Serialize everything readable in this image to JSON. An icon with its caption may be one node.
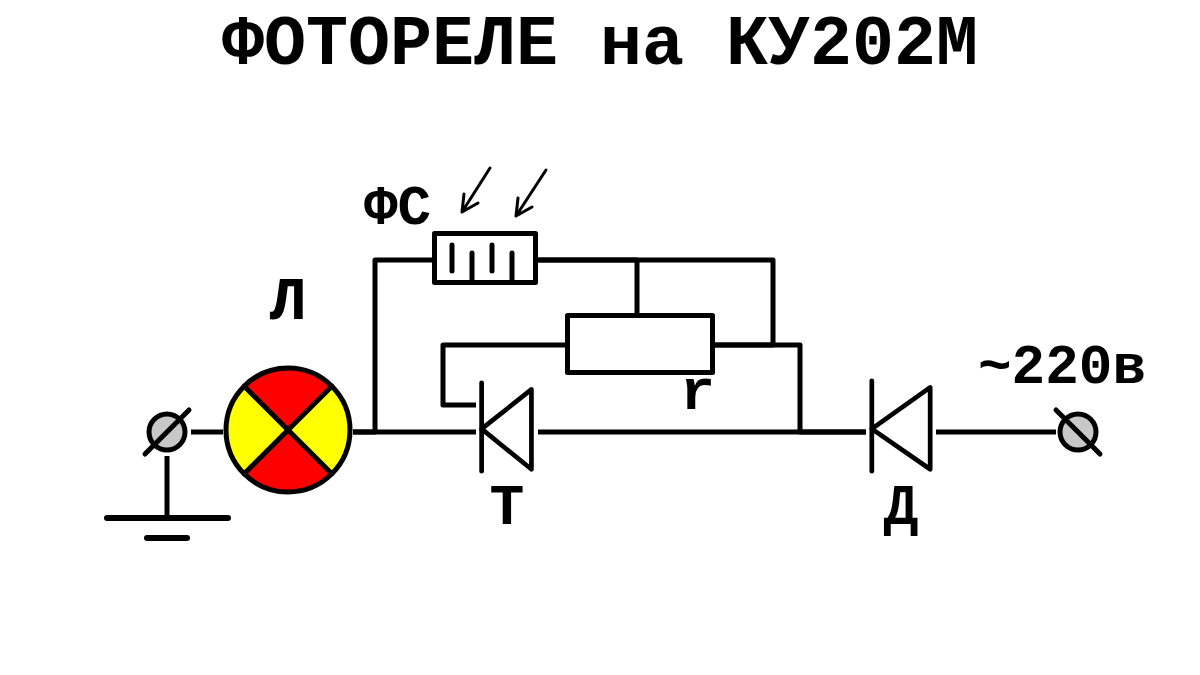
{
  "diagram": {
    "title": "ФОТОРЕЛЕ на КУ202М",
    "nodes": [
      {
        "text": [],
        "shape": "circle"
      },
      {
        "text": [],
        "shape": "bar"
      },
      {
        "text": [
          "Л"
        ]
      },
      {
        "text": [
          "ФС"
        ]
      },
      {
        "text": [
          "r"
        ]
      },
      {
        "text": [
          "Т"
        ]
      },
      {
        "text": [
          "Д"
        ]
      },
      {
        "text": [],
        "shape": "circle",
        "beside": [
          "~220в"
        ]
      }
    ],
    "edges": [
      {
        "from": 0,
        "to": 1,
        "arrow": "none"
      },
      {
        "from": 0,
        "to": 2,
        "arrow": "none"
      },
      {
        "from": 2,
        "to": 5,
        "arrow": "none"
      },
      {
        "from": 2,
        "to": 3,
        "arrow": "none"
      },
      {
        "from": 3,
        "to": 4,
        "arrow": "none"
      },
      {
        "from": 3,
        "to": 4,
        "arrow": "none"
      },
      {
        "from": 4,
        "to": 5,
        "arrow": "none"
      },
      {
        "from": 4,
        "to": 6,
        "arrow": "none"
      },
      {
        "from": 5,
        "to": 6,
        "arrow": "none"
      },
      {
        "from": 6,
        "to": 7,
        "arrow": "none"
      }
    ]
  }
}
